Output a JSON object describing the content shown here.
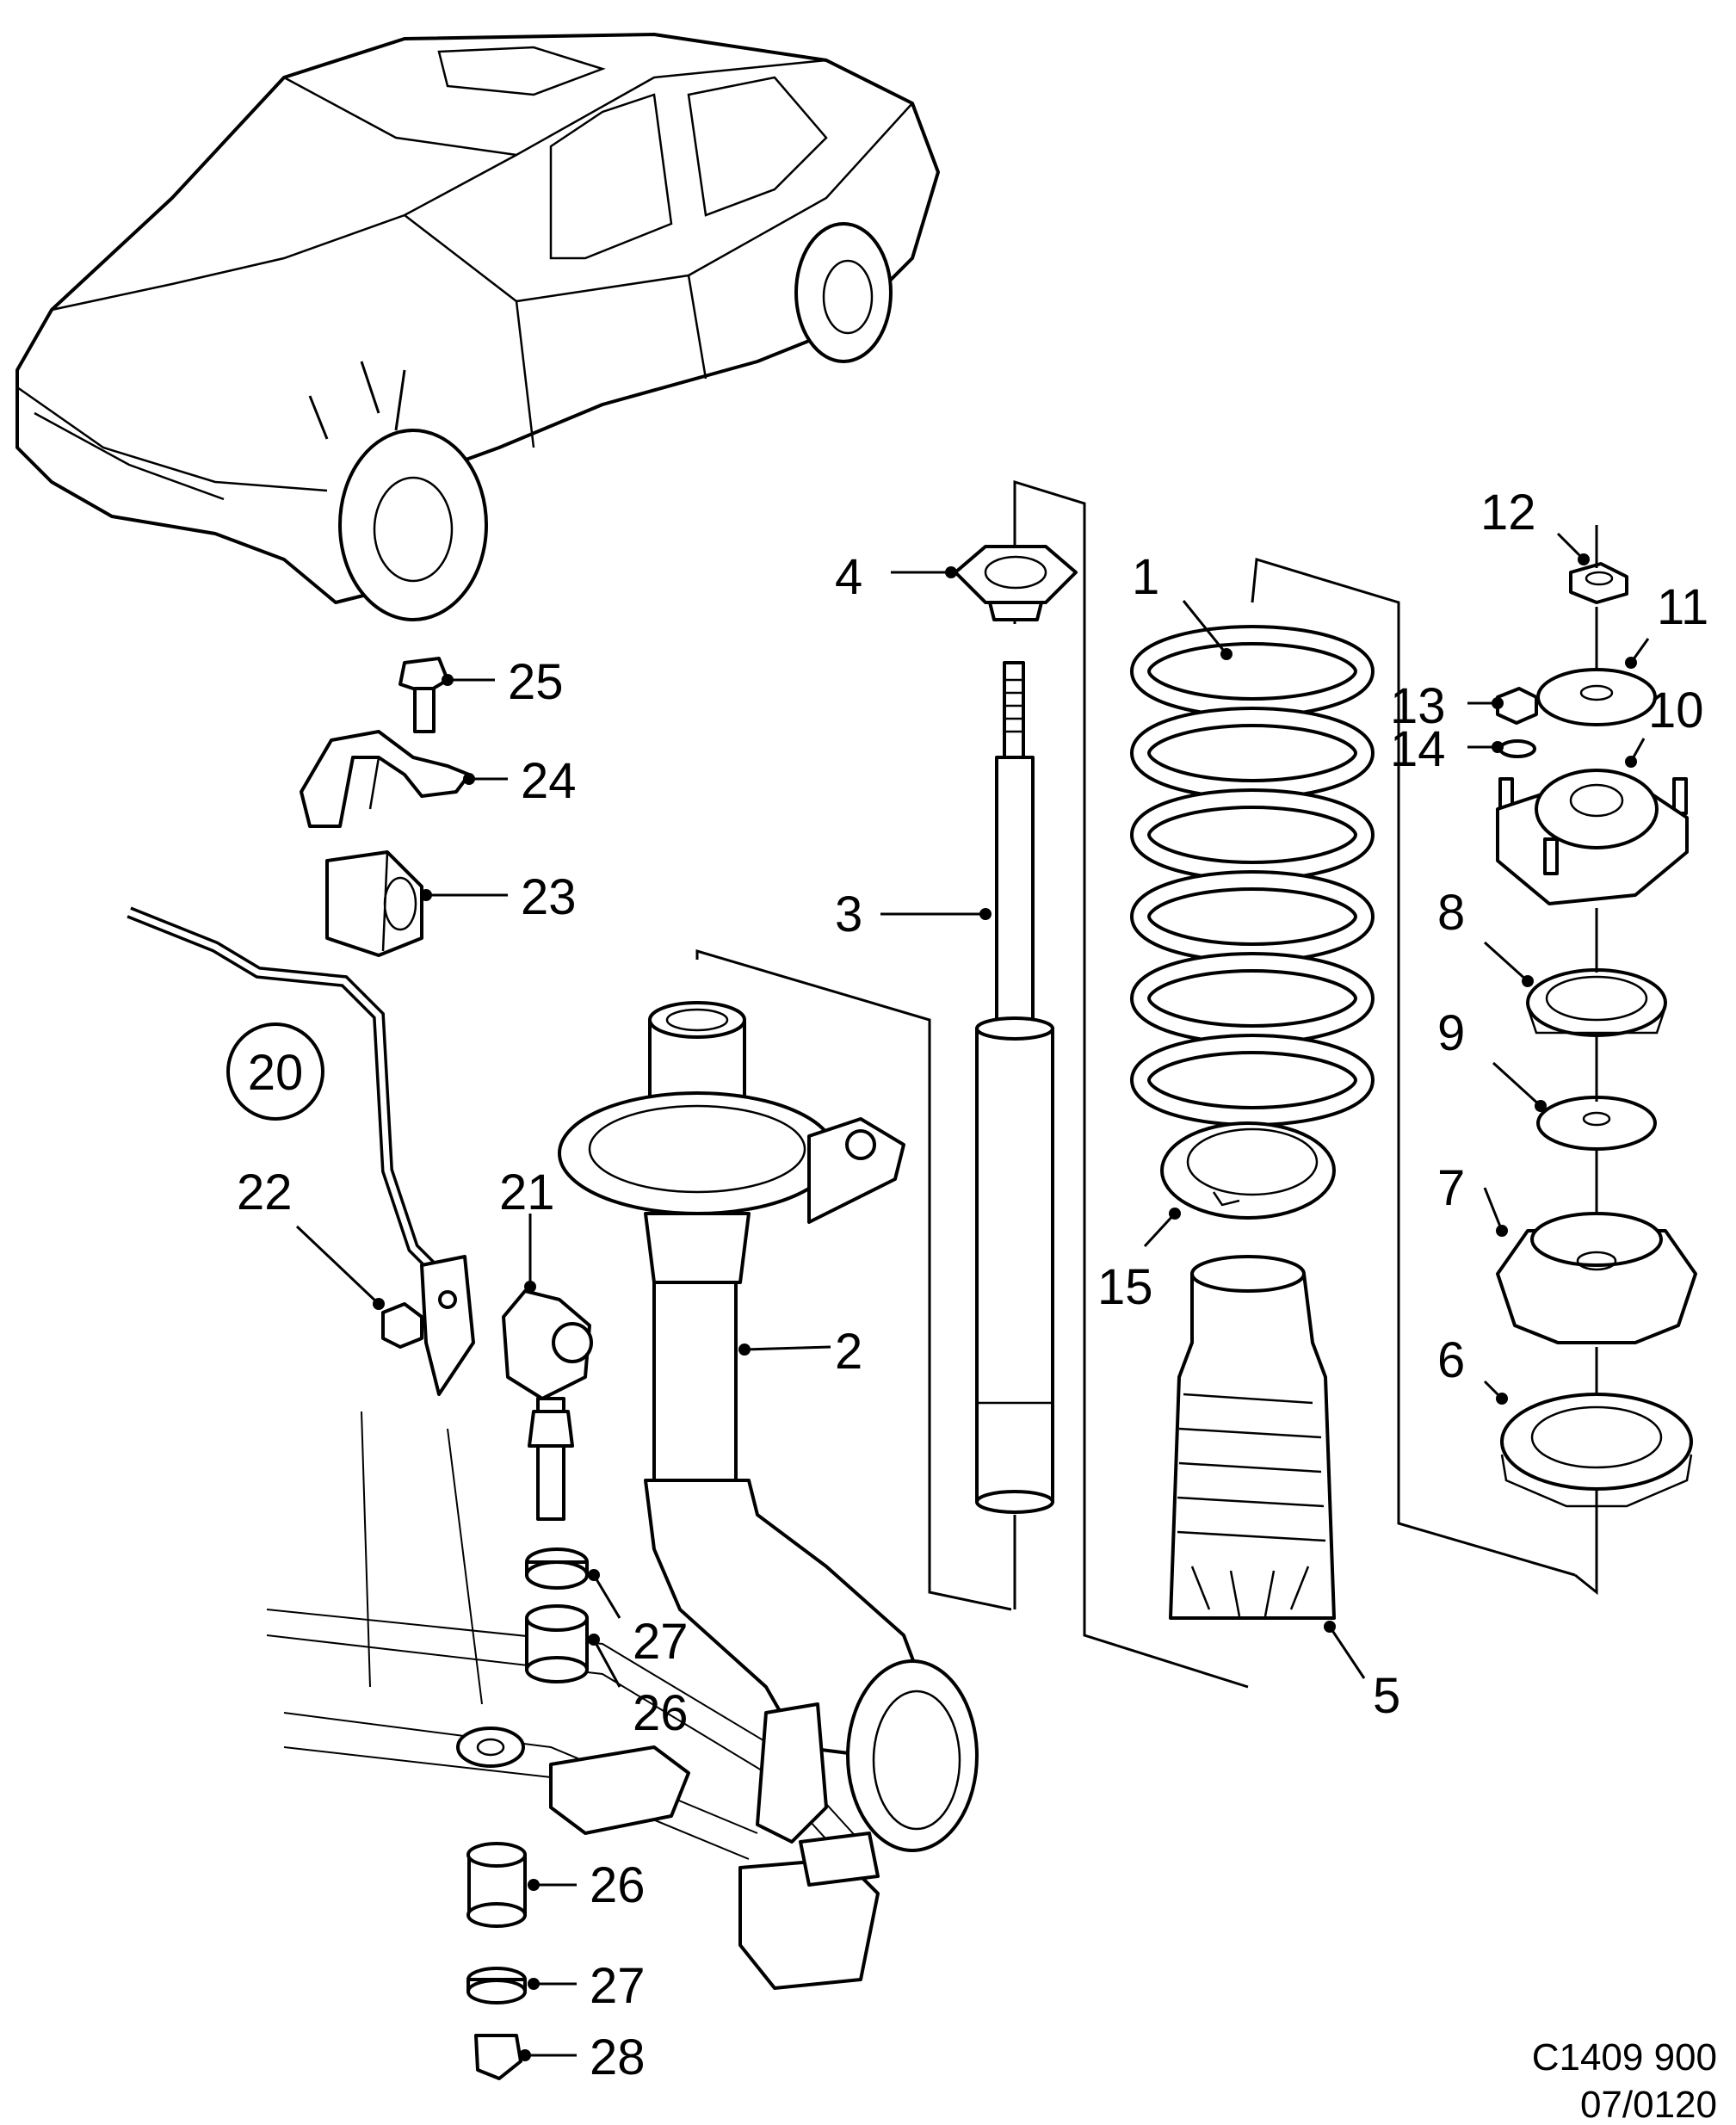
{
  "drawing_ref": {
    "line1": "C1409 900",
    "line2": "07/0120"
  },
  "callouts": [
    {
      "id": "1",
      "label": "1"
    },
    {
      "id": "2",
      "label": "2"
    },
    {
      "id": "3",
      "label": "3"
    },
    {
      "id": "4",
      "label": "4"
    },
    {
      "id": "5",
      "label": "5"
    },
    {
      "id": "6",
      "label": "6"
    },
    {
      "id": "7",
      "label": "7"
    },
    {
      "id": "8",
      "label": "8"
    },
    {
      "id": "9",
      "label": "9"
    },
    {
      "id": "10",
      "label": "10"
    },
    {
      "id": "11",
      "label": "11"
    },
    {
      "id": "12",
      "label": "12"
    },
    {
      "id": "13",
      "label": "13"
    },
    {
      "id": "14",
      "label": "14"
    },
    {
      "id": "15",
      "label": "15"
    },
    {
      "id": "20",
      "label": "20"
    },
    {
      "id": "21",
      "label": "21"
    },
    {
      "id": "22",
      "label": "22"
    },
    {
      "id": "23",
      "label": "23"
    },
    {
      "id": "24",
      "label": "24"
    },
    {
      "id": "25",
      "label": "25"
    },
    {
      "id": "26a",
      "label": "26"
    },
    {
      "id": "26b",
      "label": "26"
    },
    {
      "id": "27a",
      "label": "27"
    },
    {
      "id": "27b",
      "label": "27"
    },
    {
      "id": "28",
      "label": "28"
    }
  ]
}
